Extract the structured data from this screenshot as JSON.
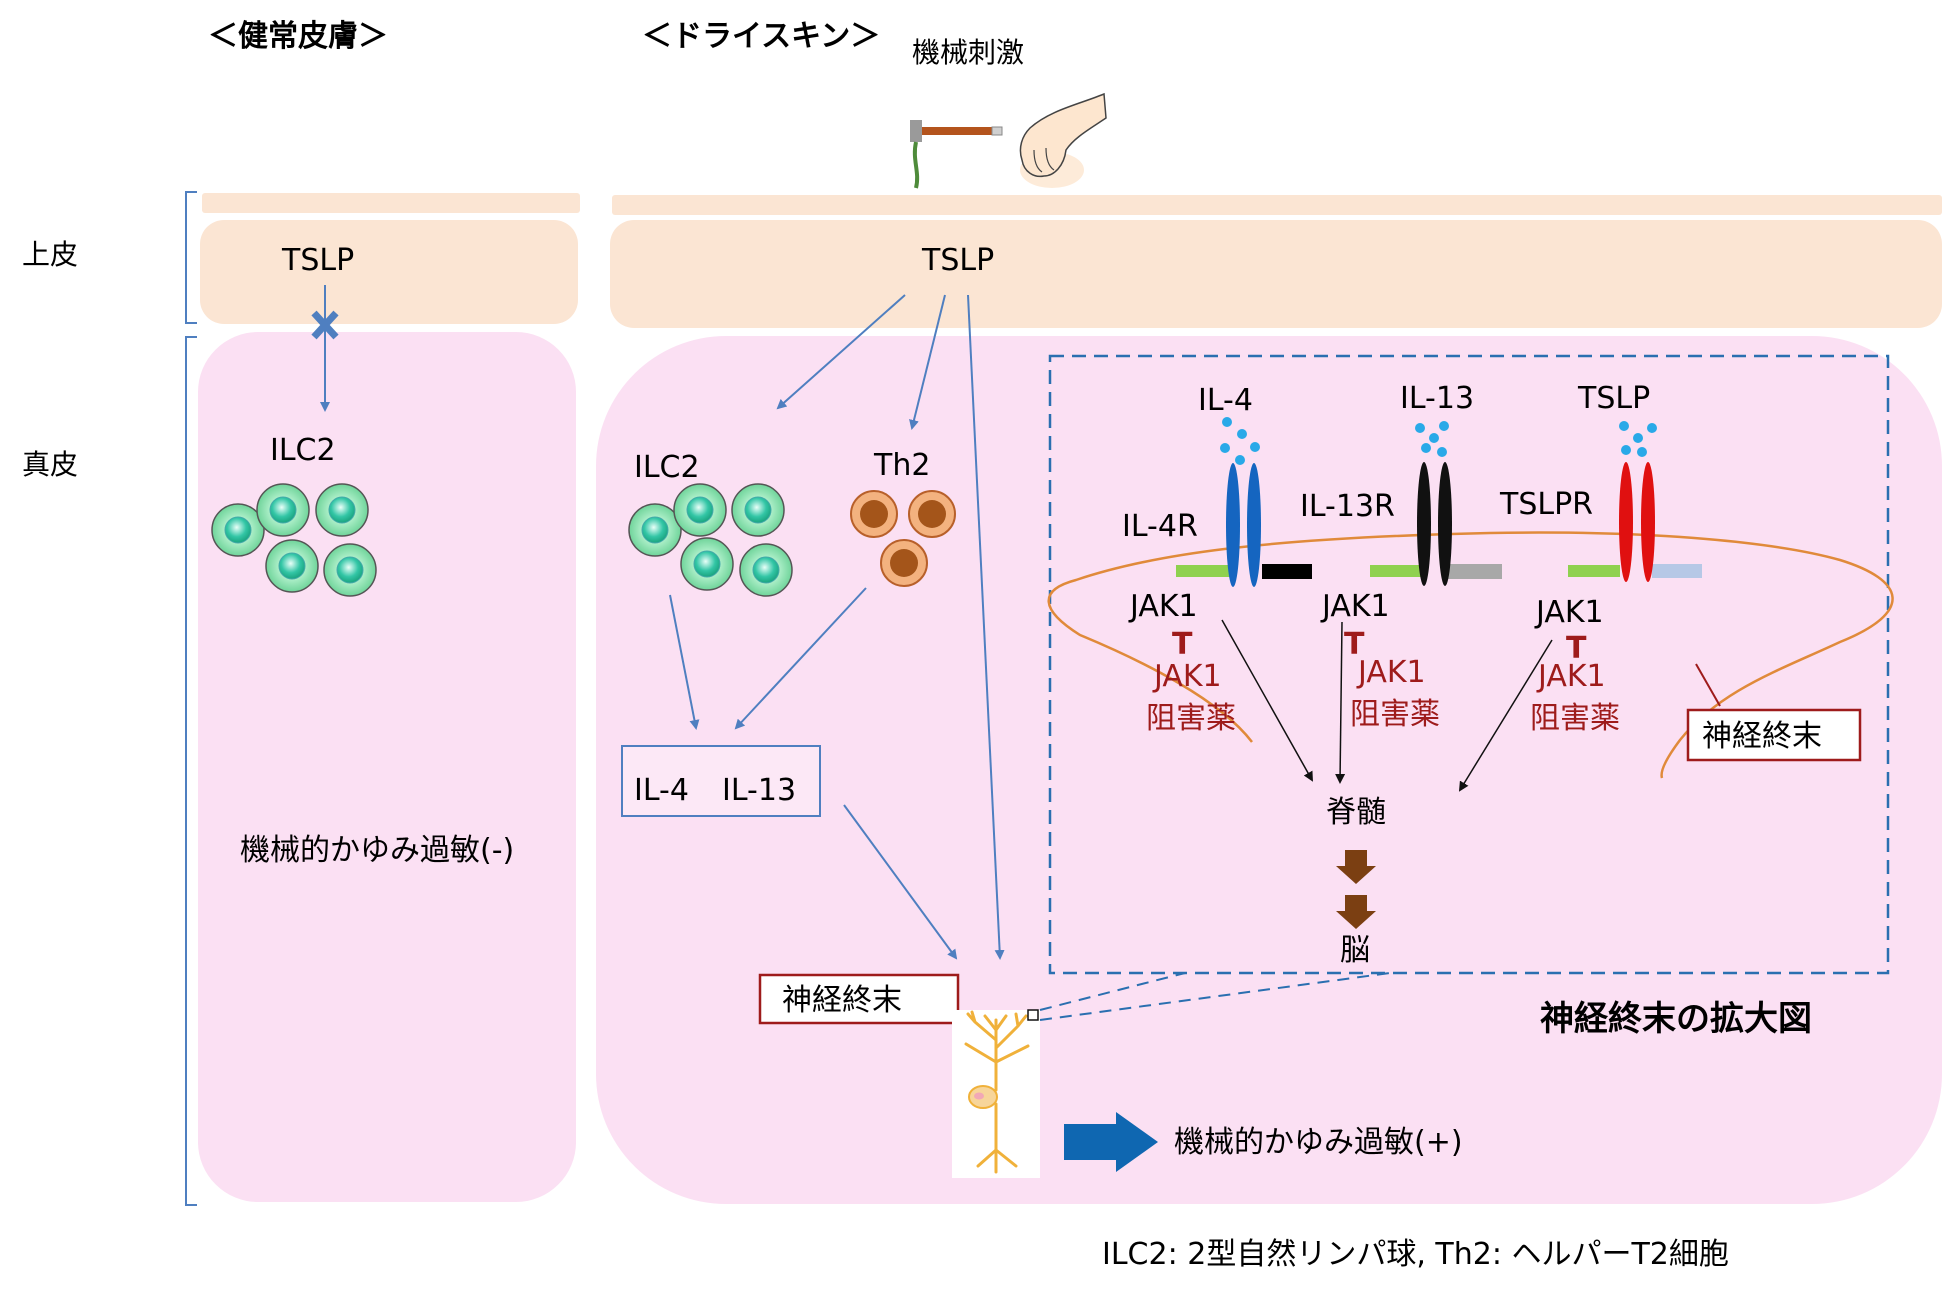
{
  "headers": {
    "healthy": "＜健常皮膚＞",
    "dry": "＜ドライスキン＞",
    "mechanical": "機械刺激"
  },
  "layers": {
    "epidermis": "上皮",
    "dermis": "真皮"
  },
  "healthy": {
    "tslp": "TSLP",
    "ilc2": "ILC2",
    "result": "機械的かゆみ過敏(-)"
  },
  "dry": {
    "tslp": "TSLP",
    "ilc2": "ILC2",
    "th2": "Th2",
    "il4": "IL-4",
    "il13": "IL-13",
    "nerve_label": "神経終末",
    "result": "機械的かゆみ過敏(+)"
  },
  "zoom": {
    "title": "神経終末の拡大図",
    "nerve_label": "神経終末",
    "spine": "脊髄",
    "brain": "脳",
    "inhibitor_mark": "T",
    "receptors": [
      {
        "ligand": "IL-4",
        "receptor": "IL-4R",
        "jak": "JAK1",
        "inhibitor_1": "JAK1",
        "inhibitor_2": "阻害薬",
        "color": "#1565c0",
        "partner_color": "#000000"
      },
      {
        "ligand": "IL-13",
        "receptor": "IL-13R",
        "jak": "JAK1",
        "inhibitor_1": "JAK1",
        "inhibitor_2": "阻害薬",
        "color": "#111111",
        "partner_color": "#a8a8a8"
      },
      {
        "ligand": "TSLP",
        "receptor": "TSLPR",
        "jak": "JAK1",
        "inhibitor_1": "JAK1",
        "inhibitor_2": "阻害薬",
        "color": "#e01010",
        "partner_color": "#b6c8e6"
      }
    ]
  },
  "footnote": "ILC2:  2型自然リンパ球, Th2:  ヘルパーT2細胞",
  "colors": {
    "skin": "#fbe5d3",
    "dermis": "#fbe0f3",
    "arrow": "#4f7fc0",
    "ilc2_fill": "#a7ecc4",
    "th2_fill": "#f3b27f",
    "nerve": "#e08a3a",
    "dark_red": "#9e1b1b"
  }
}
